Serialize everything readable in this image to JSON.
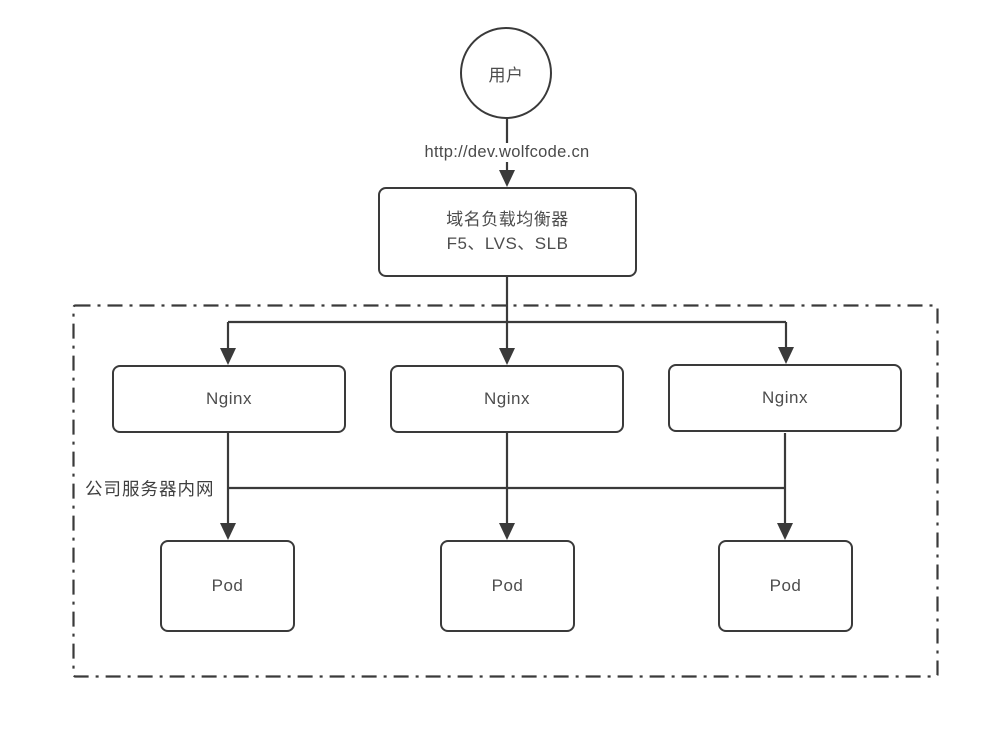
{
  "diagram": {
    "title_implied": "",
    "user_node": {
      "label": "用户"
    },
    "request_url": "http://dev.wolfcode.cn",
    "load_balancer": {
      "title": "域名负载均衡器",
      "subtitle": "F5、LVS、SLB"
    },
    "intranet_boundary": {
      "label": "公司服务器内网"
    },
    "nginx_nodes": [
      {
        "label": "Nginx"
      },
      {
        "label": "Nginx"
      },
      {
        "label": "Nginx"
      }
    ],
    "pod_nodes": [
      {
        "label": "Pod"
      },
      {
        "label": "Pod"
      },
      {
        "label": "Pod"
      }
    ],
    "colors": {
      "stroke": "#3a3a3a",
      "text": "#4d4d4d",
      "background": "#ffffff"
    }
  }
}
